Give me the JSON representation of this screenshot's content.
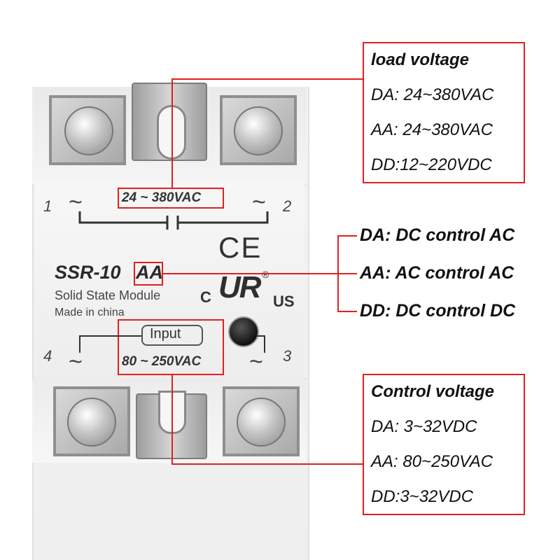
{
  "relay": {
    "model_prefix": "SSR-10",
    "model_suffix": "AA",
    "subtitle": "Solid State Module",
    "origin": "Made in china",
    "load_range": "24 ~ 380VAC",
    "input_label": "Input",
    "input_range": "80 ~ 250VAC",
    "terminals": [
      "1",
      "2",
      "3",
      "4"
    ],
    "tilde": "~",
    "ce_mark": "CE",
    "ul_c": "C",
    "ul_us": "US",
    "ul_mark": "UR",
    "registered": "®"
  },
  "load_voltage": {
    "title": "load voltage",
    "lines": [
      "DA: 24~380VAC",
      "AA: 24~380VAC",
      "DD:12~220VDC"
    ]
  },
  "modes": [
    "DA: DC control AC",
    "AA: AC control AC",
    "DD: DC control DC"
  ],
  "control_voltage": {
    "title": "Control voltage",
    "lines": [
      "DA: 3~32VDC",
      "AA: 80~250VAC",
      "DD:3~32VDC"
    ]
  },
  "colors": {
    "accent": "#e02020",
    "text": "#111111",
    "relay_body": "#f0f0f0"
  }
}
